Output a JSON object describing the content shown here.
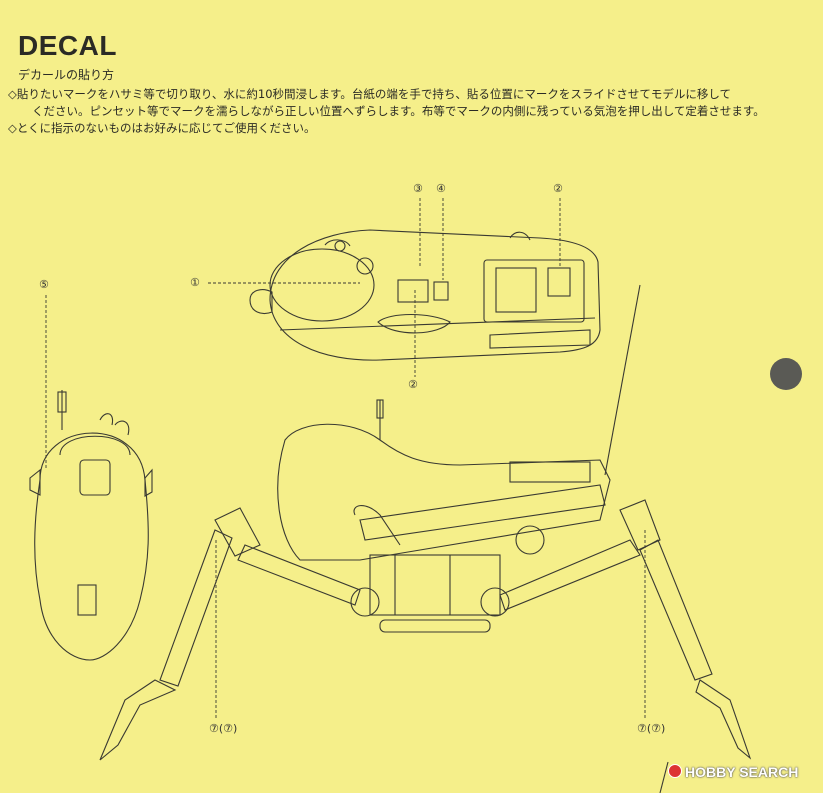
{
  "header": {
    "title": "DECAL",
    "subtitle": "デカールの貼り方"
  },
  "instructions": {
    "line1": "◇貼りたいマークをハサミ等で切り取り、水に約10秒間浸します。台紙の端を手で持ち、貼る位置にマークをスライドさせてモデルに移して",
    "line2": "ください。ピンセット等でマークを濡らしながら正しい位置へずらします。布等でマークの内側に残っている気泡を押し出して定着させます。",
    "line3": "◇とくに指示のないものはお好みに応じてご使用ください。"
  },
  "callouts": {
    "c1": "①",
    "c2a": "②",
    "c2b": "②",
    "c3": "③",
    "c4": "④",
    "c5": "⑤",
    "c7a": "⑦(⑦)",
    "c7b": "⑦(⑦)"
  },
  "watermark": {
    "text": "HOBBY SEARCH"
  },
  "colors": {
    "background": "#f5ef8a",
    "line": "#3a3a32"
  }
}
